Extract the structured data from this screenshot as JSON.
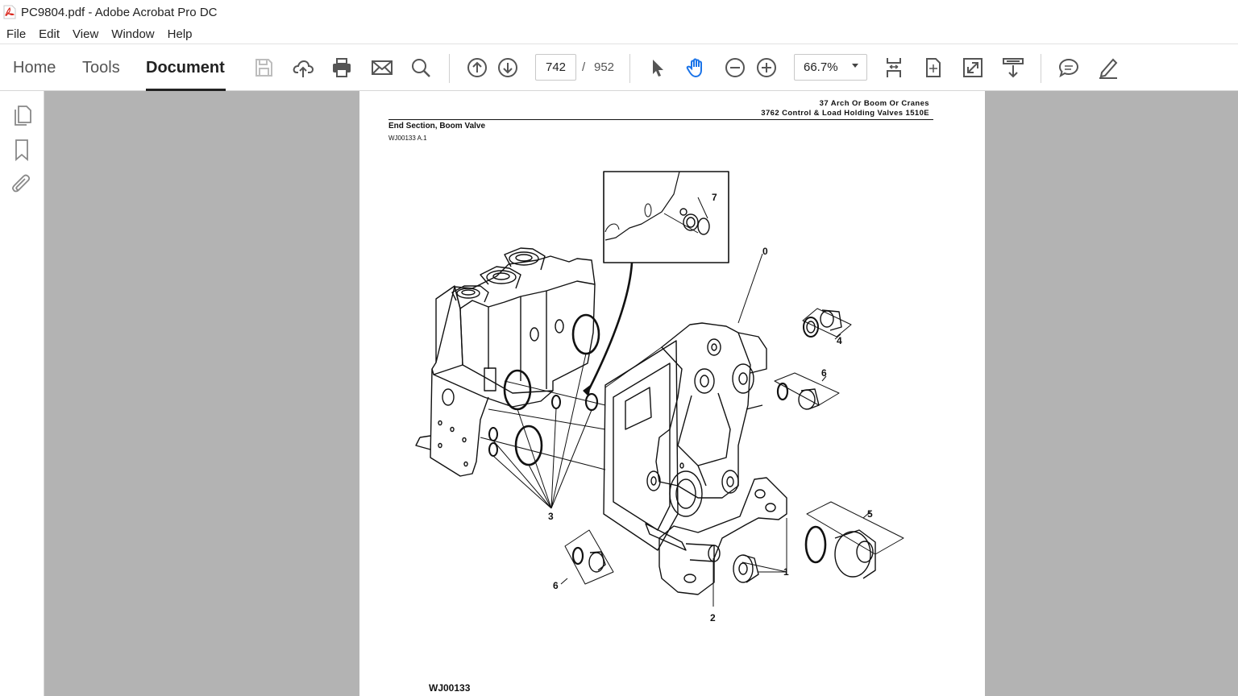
{
  "window": {
    "title": "PC9804.pdf - Adobe Acrobat Pro DC"
  },
  "menu": [
    "File",
    "Edit",
    "View",
    "Window",
    "Help"
  ],
  "tabs": {
    "home": "Home",
    "tools": "Tools",
    "document": "Document"
  },
  "navigation": {
    "current_page": "742",
    "separator": "/",
    "total_pages": "952"
  },
  "zoom": {
    "value": "66.7%"
  },
  "page": {
    "header_line1": "37 Arch Or Boom Or Cranes",
    "header_line2": "3762 Control & Load Holding Valves 1510E",
    "section_title": "End Section, Boom Valve",
    "section_code": "WJ00133 A.1",
    "figure_code": "WJ00133",
    "callouts": {
      "c0": "0",
      "c1": "1",
      "c2": "2",
      "c3": "3",
      "c4": "4",
      "c5": "5",
      "c6a": "6",
      "c6b": "6",
      "c7": "7"
    }
  },
  "icons": {
    "toolbar": [
      "save-icon",
      "upload-icon",
      "print-icon",
      "email-icon",
      "search-icon",
      "page-up-icon",
      "page-down-icon",
      "select-cursor-icon",
      "hand-tool-icon",
      "zoom-out-icon",
      "zoom-in-icon",
      "fit-page-icon",
      "fit-width-icon",
      "full-screen-icon",
      "scroll-mode-icon",
      "comment-icon",
      "sign-icon"
    ],
    "leftpanel": [
      "page-thumbnails-icon",
      "bookmark-icon",
      "attachment-icon"
    ]
  },
  "colors": {
    "active_tool": "#1a73e8",
    "doc_background": "#b3b3b3",
    "pdf_red": "#d9261c"
  }
}
